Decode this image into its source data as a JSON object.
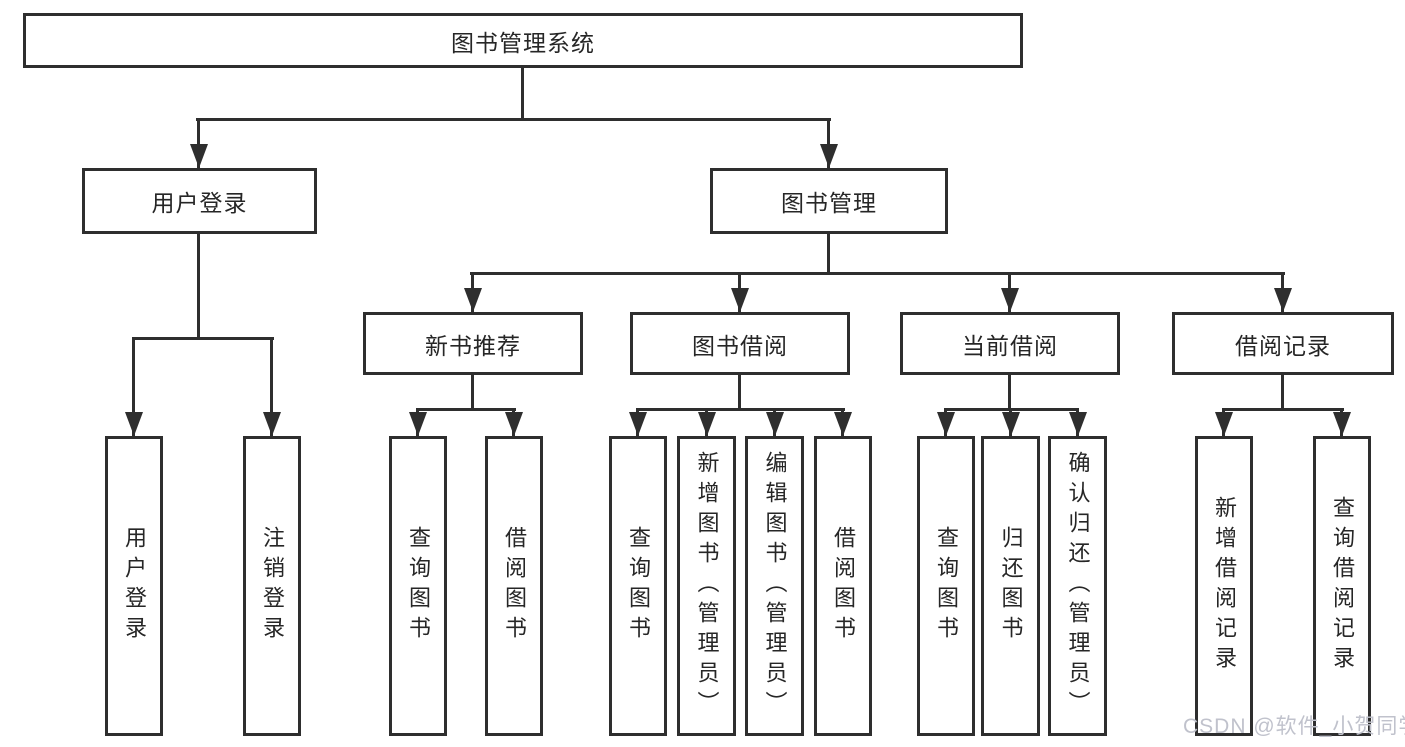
{
  "tree": {
    "label": "图书管理系统",
    "children": [
      {
        "label": "用户登录",
        "children": [
          {
            "label": "用户登录"
          },
          {
            "label": "注销登录"
          }
        ]
      },
      {
        "label": "图书管理",
        "children": [
          {
            "label": "新书推荐",
            "children": [
              {
                "label": "查询图书"
              },
              {
                "label": "借阅图书"
              }
            ]
          },
          {
            "label": "图书借阅",
            "children": [
              {
                "label": "查询图书"
              },
              {
                "label": "新增图书（管理员）"
              },
              {
                "label": "编辑图书（管理员）"
              },
              {
                "label": "借阅图书"
              }
            ]
          },
          {
            "label": "当前借阅",
            "children": [
              {
                "label": "查询图书"
              },
              {
                "label": "归还图书"
              },
              {
                "label": "确认归还（管理员）"
              }
            ]
          },
          {
            "label": "借阅记录",
            "children": [
              {
                "label": "新增借阅记录"
              },
              {
                "label": "查询借阅记录"
              }
            ]
          }
        ]
      }
    ]
  },
  "watermark": {
    "text": "CSDN @软件_小贺同学"
  },
  "colors": {
    "line": "#2e2e2e",
    "box_border": "#2e2e2e",
    "box_fill": "#ffffff",
    "text": "#262626",
    "watermark": "#c0c2cc",
    "background": "#ffffff"
  }
}
